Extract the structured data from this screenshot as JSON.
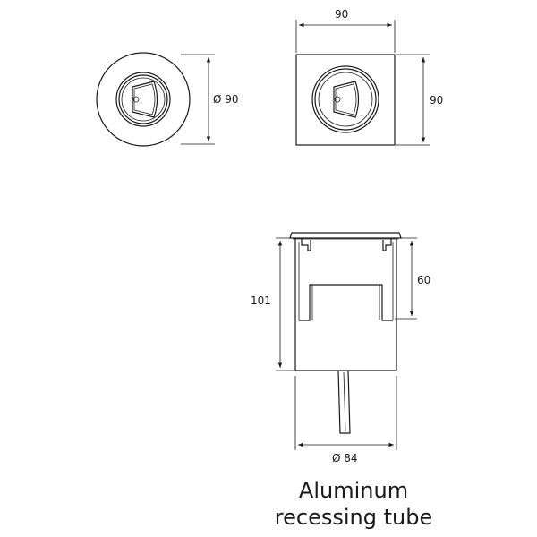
{
  "dimensions": {
    "round_diameter": "Ø 90",
    "square_width": "90",
    "square_height": "90",
    "tube_height": "101",
    "inner_depth": "60",
    "tube_diameter": "Ø 84"
  },
  "caption": {
    "line1": "Aluminum",
    "line2": "recessing tube"
  },
  "colors": {
    "ink": "#1a1a1a",
    "background": "#ffffff"
  }
}
